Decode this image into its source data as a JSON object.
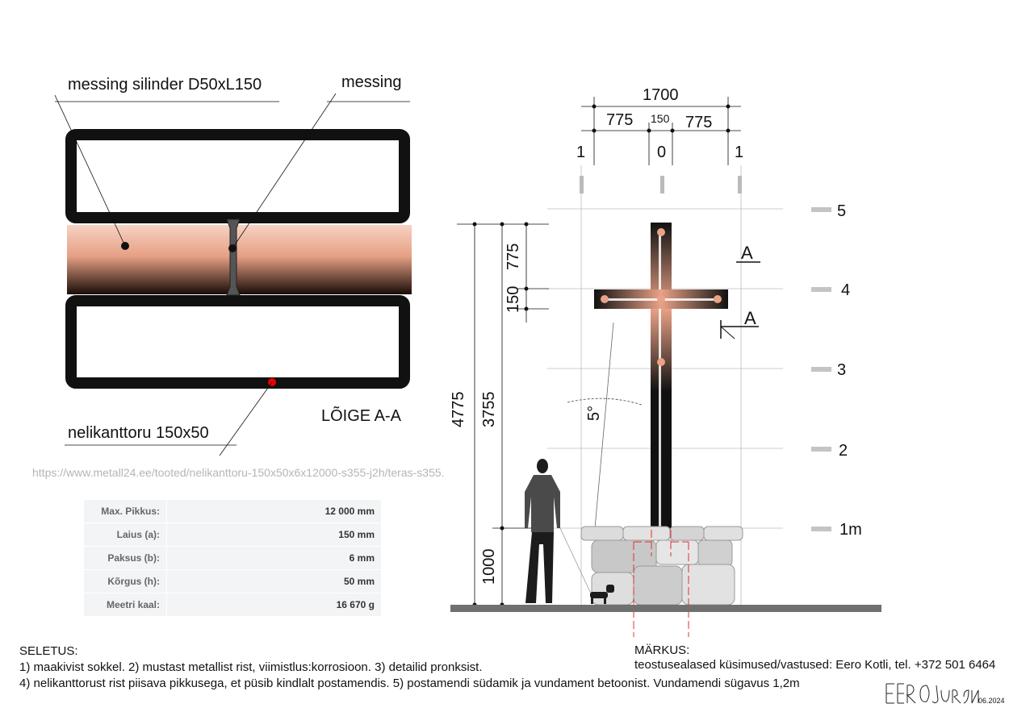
{
  "section": {
    "label_cylinder": "messing silinder D50xL150",
    "label_brass": "messing",
    "label_tube": "nelikanttoru 150x50",
    "title": "LÕIGE A-A",
    "url": "https://www.metall24.ee/tooted/nelikanttoru-150x50x6x12000-s355-j2h/teras-s355."
  },
  "spec_table": [
    {
      "key": "Max. Pikkus:",
      "value": "12 000 mm"
    },
    {
      "key": "Laius (a):",
      "value": "150 mm"
    },
    {
      "key": "Paksus (b):",
      "value": "6 mm"
    },
    {
      "key": "Kõrgus (h):",
      "value": "50 mm"
    },
    {
      "key": "Meetri kaal:",
      "value": "16 670 g"
    }
  ],
  "elevation": {
    "dim_total_width": "1700",
    "dim_left": "775",
    "dim_center": "150",
    "dim_right": "775",
    "axis_left": "1",
    "axis_center": "0",
    "axis_right": "1",
    "dim_total_height": "4775",
    "dim_to_arm": "3755",
    "dim_top": "775",
    "dim_arm": "150",
    "dim_base": "1000",
    "angle": "5°",
    "section_mark_top": "A",
    "section_mark_bottom": "A",
    "levels": [
      "5",
      "4",
      "3",
      "2",
      "1m"
    ]
  },
  "notes": {
    "heading": "SELETUS:",
    "line1": "1) maakivist sokkel. 2) mustast metallist rist, viimistlus:korrosioon. 3) detailid pronksist.",
    "line2": "4) nelikanttorust rist piisava pikkusega, et püsib kindlalt postamendis. 5) postamendi südamik ja vundament betoonist. Vundamendi sügavus 1,2m"
  },
  "remark": {
    "heading": "MÄRKUS:",
    "text": "teostusealased küsimused/vastused: Eero Kotli, tel. +372 501 6464"
  },
  "signature": "EERO JÜRGENSON 06.2024",
  "colors": {
    "bronze": "#e9a287",
    "bronze_light": "#f3c3ad",
    "steel": "#111111",
    "dim_red": "#e03030"
  }
}
